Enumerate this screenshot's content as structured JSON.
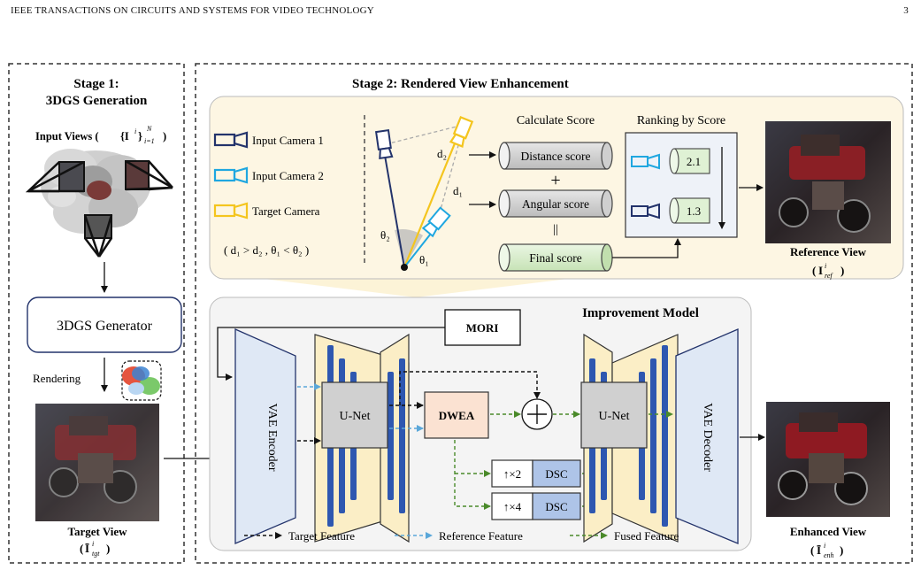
{
  "header": {
    "journal": "IEEE TRANSACTIONS ON CIRCUITS AND SYSTEMS FOR VIDEO TECHNOLOGY",
    "page_number": "3"
  },
  "stage1": {
    "title_line1": "Stage 1:",
    "title_line2": "3DGS Generation",
    "input_views_label": "Input Views (",
    "input_views_math": "{I",
    "input_views_sup": "i",
    "input_views_close": "}",
    "input_views_sub": "i=1",
    "input_views_supN": "N",
    "input_views_end": ")",
    "generator_label": "3DGS Generator",
    "rendering_label": "Rendering",
    "target_view_label": "Target View",
    "target_view_math": "Ī",
    "target_view_sup": "i",
    "target_view_sub": "tgt"
  },
  "stage2": {
    "title": "Stage 2: Rendered View Enhancement",
    "legend": {
      "input_camera_1": "Input Camera 1",
      "input_camera_2": "Input Camera 2",
      "target_camera": "Target Camera",
      "condition": "( d₁ > d₂ , θ₁ < θ₂ )"
    },
    "geometry": {
      "d2": "d₂",
      "d1": "d₁",
      "theta2": "θ₂",
      "theta1": "θ₁"
    },
    "score": {
      "calculate_title": "Calculate Score",
      "distance": "Distance score",
      "plus": "+",
      "angular": "Angular score",
      "equals": "||",
      "final": "Final score"
    },
    "ranking": {
      "title": "Ranking by Score",
      "score1": "2.1",
      "score2": "1.3"
    },
    "reference_view_label": "Reference View",
    "reference_view_math": "I",
    "reference_view_sup": "i",
    "reference_view_sub": "ref",
    "improvement_model": {
      "title": "Improvement Model",
      "mori": "MORI",
      "vae_encoder": "VAE Encoder",
      "unet1": "U-Net",
      "dwea": "DWEA",
      "unet2": "U-Net",
      "vae_decoder": "VAE Decoder",
      "up2": "↑×2",
      "up4": "↑×4",
      "dsc1": "DSC",
      "dsc2": "DSC"
    },
    "feature_legend": {
      "target": "Target Feature",
      "reference": "Reference Feature",
      "fused": "Fused Feature"
    },
    "enhanced_view_label": "Enhanced View",
    "enhanced_view_math": "Ī",
    "enhanced_view_sup": "i",
    "enhanced_view_sub": "enh"
  },
  "colors": {
    "navy": "#23336b",
    "cyan": "#1fa7e0",
    "yellow": "#f4c51e",
    "green_fused": "#4a8a2a",
    "blue_ref": "#5aa7d9",
    "panel_cream": "#fdf6e3",
    "panel_gray": "#f2f2f2",
    "dwea_fill": "#fbe2d2",
    "vae_fill": "#dfe8f5",
    "unet_fill": "#d9d9d9",
    "trapezoid_yellow": "#fbeec6"
  }
}
